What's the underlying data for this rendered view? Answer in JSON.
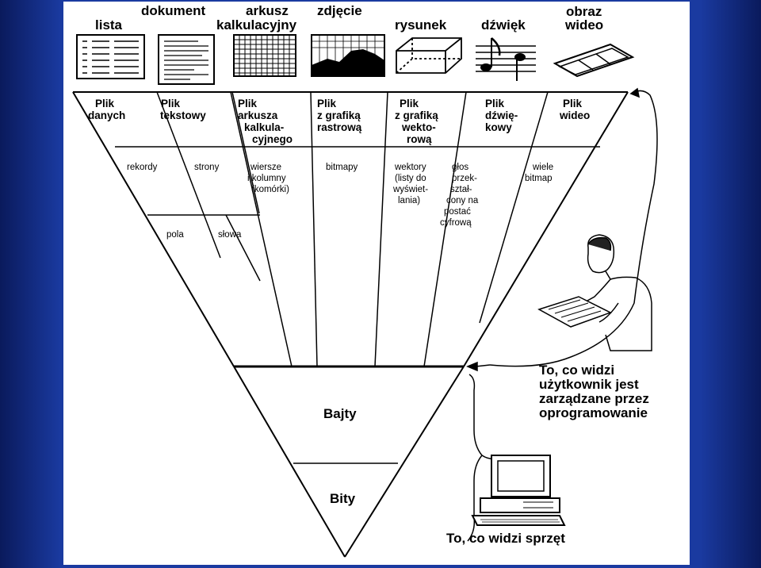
{
  "icons": {
    "lista": "lista",
    "dokument": "dokument",
    "arkusz": [
      "arkusz",
      "kalkulacyjny"
    ],
    "zdjecie": "zdjęcie",
    "rysunek": "rysunek",
    "dzwiek": "dźwięk",
    "obraz": [
      "obraz",
      "wideo"
    ]
  },
  "categories": {
    "danych": [
      "Plik",
      "danych"
    ],
    "tekstowy": [
      "Plik",
      "tekstowy"
    ],
    "arkusz": [
      "Plik",
      "arkusza",
      "kalkula-",
      "cyjnego"
    ],
    "rastrowa": [
      "Plik",
      "z grafiką",
      "rastrową"
    ],
    "wektorowa": [
      "Plik",
      "z grafiką",
      "wekto-",
      "rową"
    ],
    "dzwiekowy": [
      "Plik",
      "dźwię-",
      "kowy"
    ],
    "wideo": [
      "Plik",
      "wideo"
    ]
  },
  "subitems": {
    "rekordy": "rekordy",
    "strony": "strony",
    "wiersze": [
      "wiersze",
      "i kolumny",
      "(komórki)"
    ],
    "bitmapy": "bitmapy",
    "wektory": [
      "wektory",
      "(listy do",
      "wyświet-",
      "lania)"
    ],
    "glos": [
      "głos",
      "przek-",
      "ształ-",
      "cony na",
      "postać",
      "cyfrową"
    ],
    "wiele": [
      "wiele",
      "bitmap"
    ],
    "pola": "pola",
    "slowa": "słowa"
  },
  "levels": {
    "bajty": "Bajty",
    "bity": "Bity"
  },
  "captions": {
    "user": [
      "To, co widzi",
      "użytkownik jest",
      "zarządzane przez",
      "oprogramowanie"
    ],
    "hardware": "To, co widzi sprzęt"
  },
  "colors": {
    "background": "#1a3aa0",
    "slide": "#ffffff",
    "ink": "#000000"
  }
}
